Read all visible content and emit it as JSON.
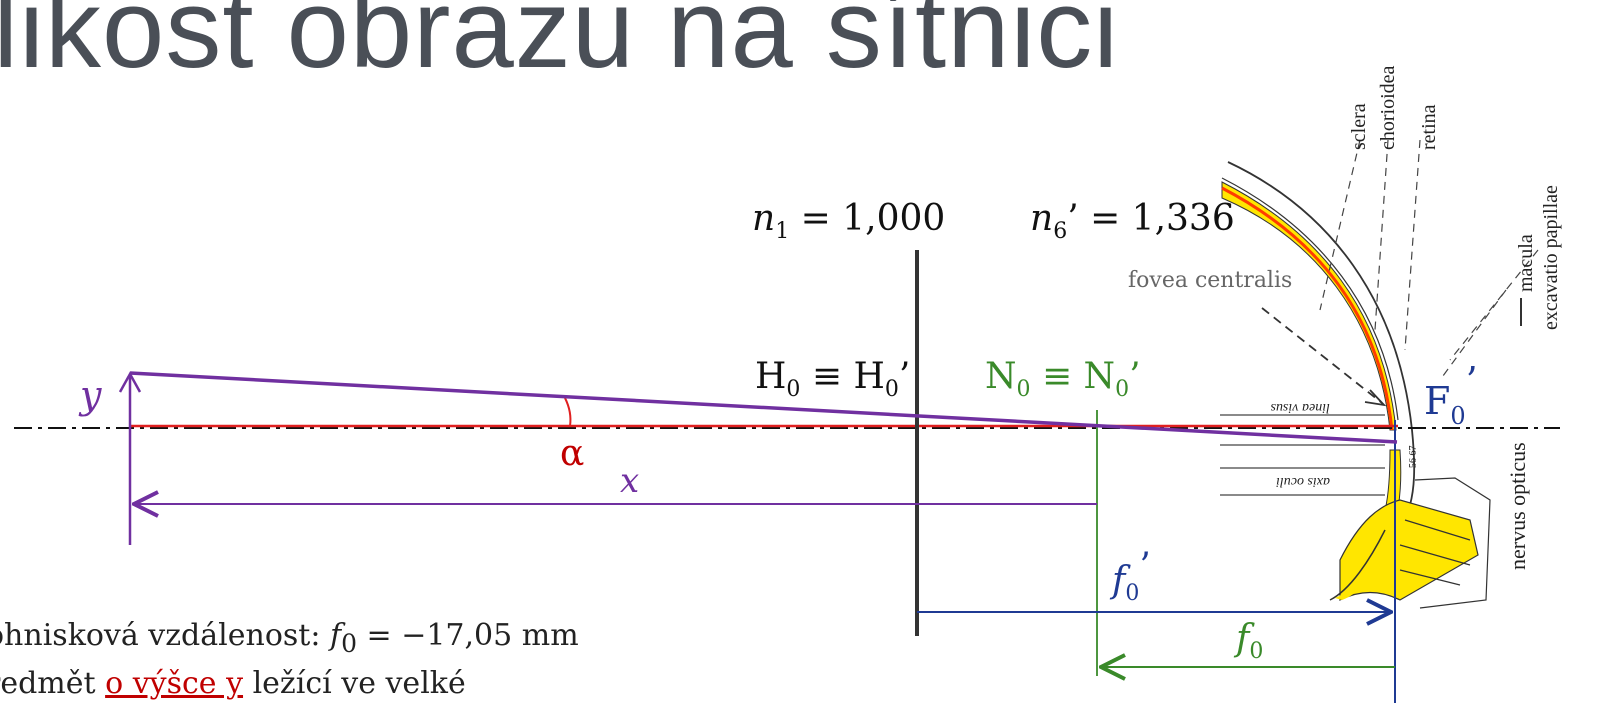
{
  "title": "elikost obrazu na sítnici",
  "labels": {
    "n1": {
      "sym": "n",
      "sub": "1",
      "val": " = 1,000"
    },
    "n6": {
      "sym": "n",
      "sub": "6",
      "val": "’ = 1,336"
    },
    "H": {
      "a": "H",
      "sub1": "0",
      "eq": " ≡ H",
      "sub2": "0",
      "prime": "’"
    },
    "N": {
      "a": "N",
      "sub1": "0",
      "eq": " ≡ N",
      "sub2": "0",
      "prime": "’"
    },
    "F": {
      "a": "F",
      "sub": "0",
      "prime": "’"
    },
    "y": "y",
    "alpha": "α",
    "x": "x",
    "f0prime": {
      "sym": "f",
      "sub": "0",
      "prime": "’"
    },
    "f0": {
      "sym": "f",
      "sub": "0"
    },
    "fovea": "fovea centralis"
  },
  "anatomy": {
    "sclera": "sclera",
    "chorioidea": "chorioidea",
    "retina": "retina",
    "macula": "macula",
    "excavatio": "excavatio papillae",
    "nervus": "nervus opticus",
    "linea": "linea visus",
    "axis": "axis oculi",
    "small_num": "56 67"
  },
  "bottom": {
    "line1_prefix": "ohnisková vzdálenost: ",
    "line1_f": "f",
    "line1_sub": "0",
    "line1_value": " = −17,05 mm",
    "line2_prefix": "ředmět ",
    "line2_red": "o výšce y",
    "line2_suffix": " ležící ve velké"
  },
  "colors": {
    "purple": "#7030a0",
    "red": "#e02020",
    "green": "#3a8a2a",
    "blue": "#1f3a93",
    "dark": "#333333",
    "yellow": "#ffe600",
    "orange": "#ff3c00"
  }
}
